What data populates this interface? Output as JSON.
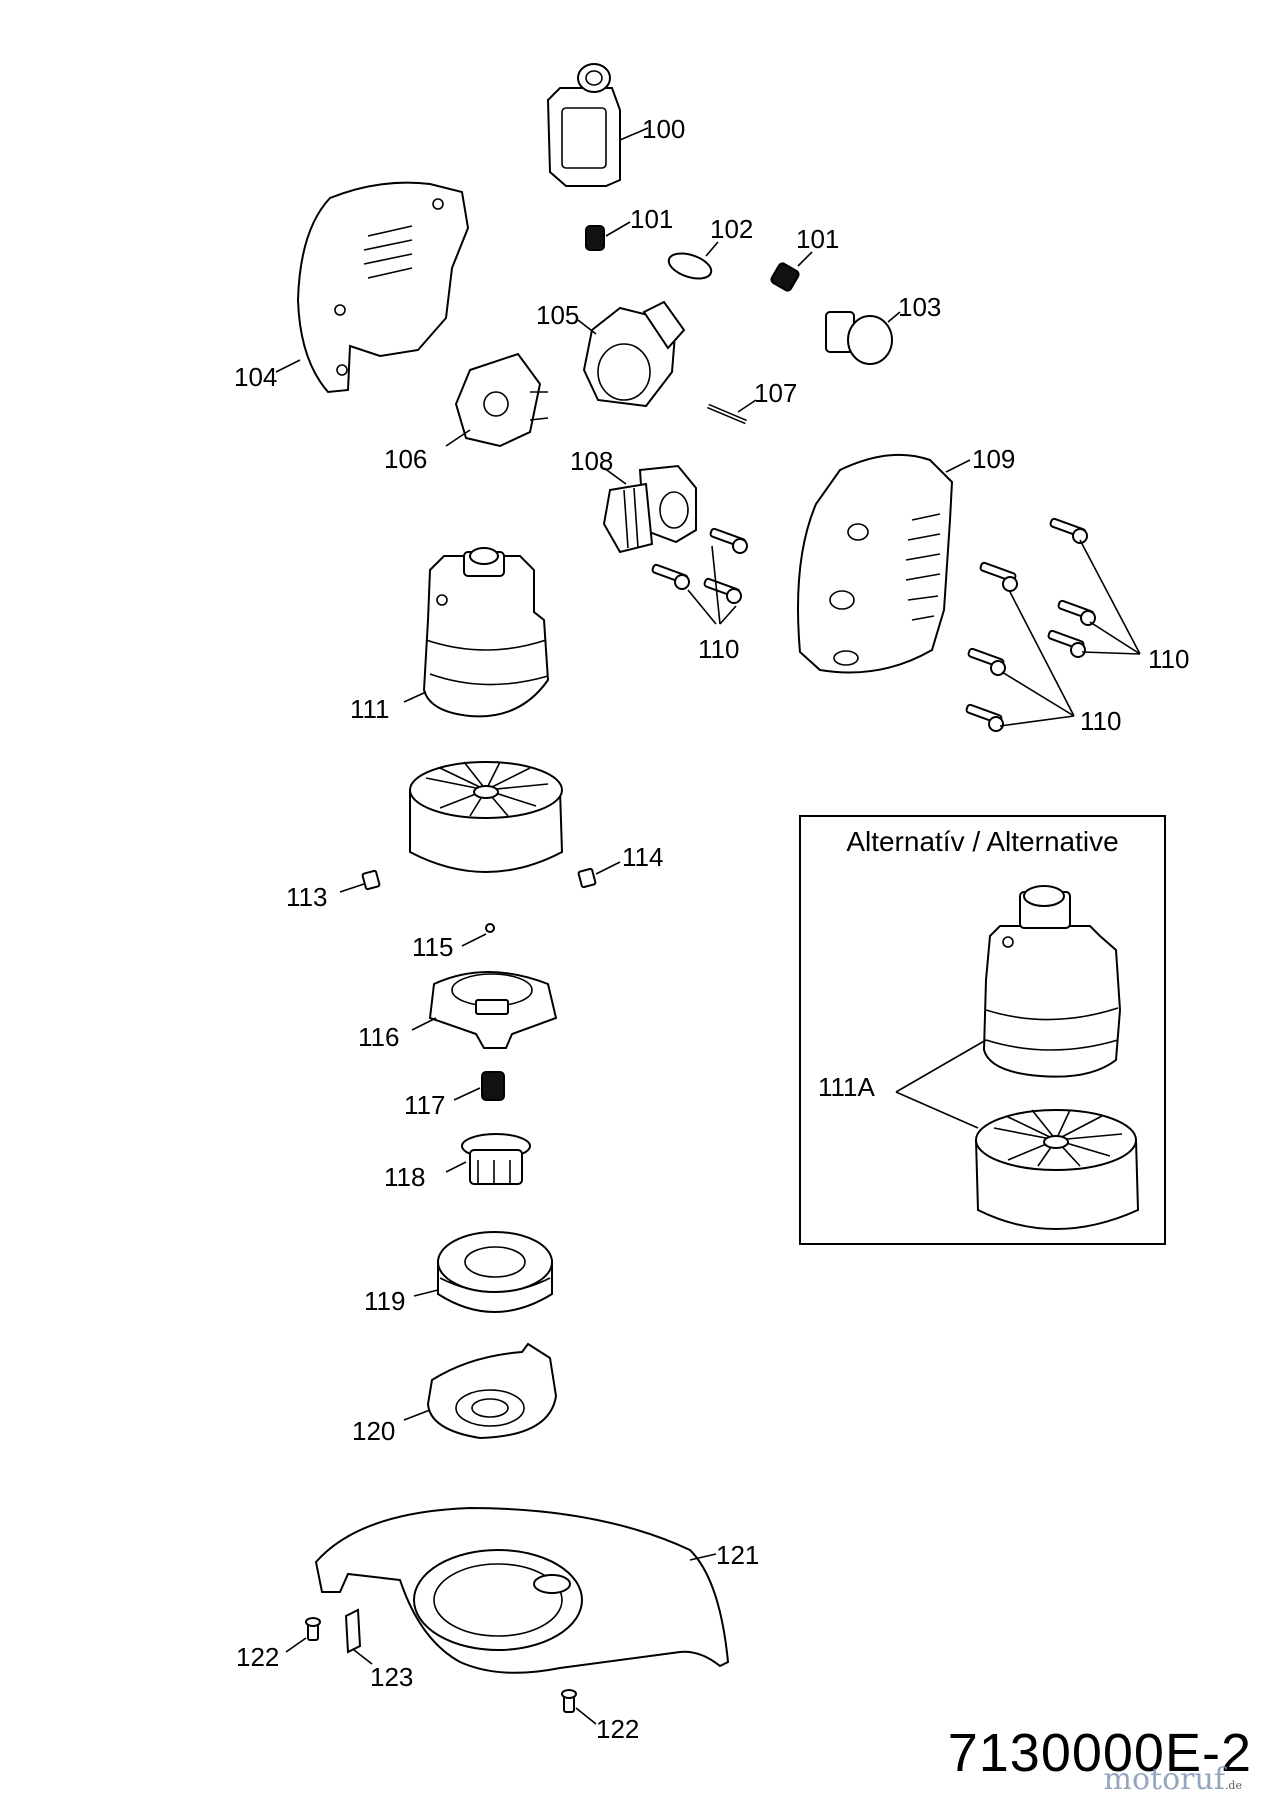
{
  "labels": {
    "l100": "100",
    "l101a": "101",
    "l101b": "101",
    "l102": "102",
    "l103": "103",
    "l104": "104",
    "l105": "105",
    "l106": "106",
    "l107": "107",
    "l108": "108",
    "l109": "109",
    "l110a": "110",
    "l110b": "110",
    "l110c": "110",
    "l111": "111",
    "l113": "113",
    "l114": "114",
    "l115": "115",
    "l116": "116",
    "l117": "117",
    "l118": "118",
    "l119": "119",
    "l120": "120",
    "l121": "121",
    "l122a": "122",
    "l122b": "122",
    "l123": "123",
    "l111A": "111A"
  },
  "alternative_box_title": "Alternatív / Alternative",
  "document_number": "7130000E-2",
  "watermark": {
    "text": "motoruf",
    "suffix": ".de"
  }
}
